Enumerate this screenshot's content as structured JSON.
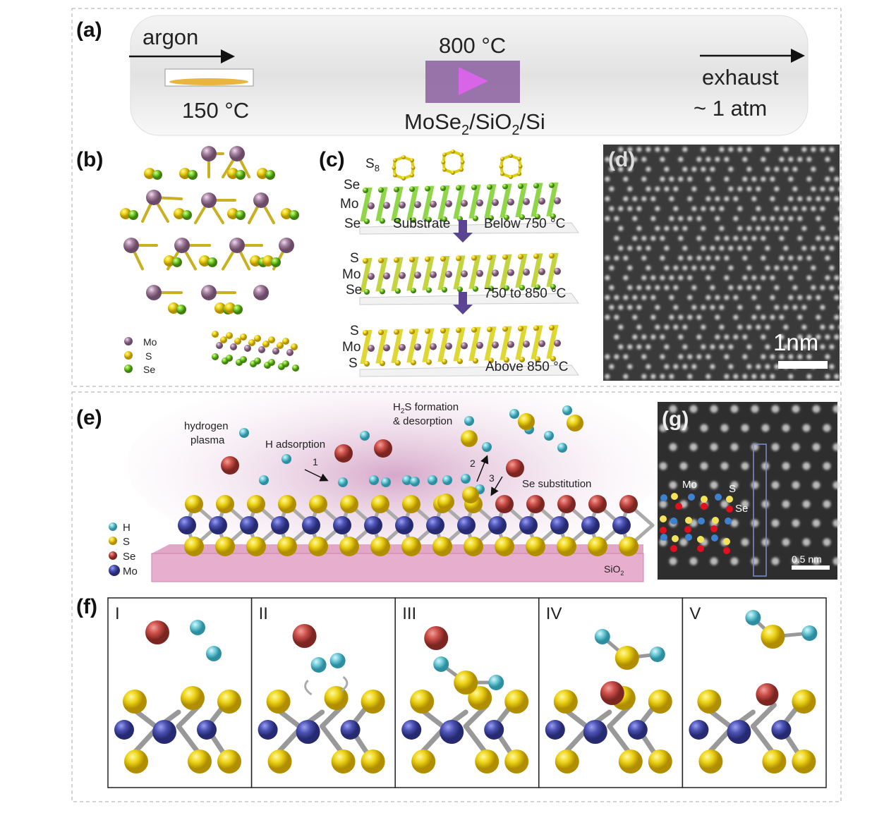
{
  "figure": {
    "panel_labels": {
      "a": "(a)",
      "b": "(b)",
      "c": "(c)",
      "d": "(d)",
      "e": "(e)",
      "f": "(f)",
      "g": "(g)"
    },
    "panel_a": {
      "gas": "argon",
      "source_temp": "150 °C",
      "furnace_temp": "800 °C",
      "substrate": [
        "MoSe",
        "2",
        "/SiO",
        "2",
        "/Si"
      ],
      "outlet": "exhaust",
      "pressure": "~ 1 atm"
    },
    "panel_b": {
      "legend": [
        "Mo",
        "S",
        "Se"
      ]
    },
    "panel_c": {
      "precursor": [
        "S",
        "8"
      ],
      "stages": [
        {
          "layers": [
            "Se",
            "Mo",
            "Se"
          ],
          "substrate": "Substrate",
          "condition": "Below 750 °C"
        },
        {
          "layers": [
            "S",
            "Mo",
            "Se"
          ],
          "condition": "750 to 850 °C"
        },
        {
          "layers": [
            "S",
            "Mo",
            "S"
          ],
          "condition": "Above 850 °C"
        }
      ]
    },
    "panel_d": {
      "scale_bar": "1nm"
    },
    "panel_e": {
      "plasma": [
        "hydrogen",
        "plasma"
      ],
      "step1": "H adsorption",
      "step2": [
        "H",
        "2",
        "S formation",
        "& desorption"
      ],
      "step3": "Se substitution",
      "step_numbers": [
        "1",
        "2",
        "3"
      ],
      "substrate": [
        "SiO",
        "2"
      ],
      "legend": [
        "H",
        "S",
        "Se",
        "Mo"
      ]
    },
    "panel_g": {
      "labels": [
        "Mo",
        "S",
        "Se"
      ],
      "scale_bar": "0.5 nm"
    },
    "panel_f": {
      "steps": [
        "I",
        "II",
        "III",
        "IV",
        "V"
      ]
    },
    "colors": {
      "Mo_b": "#a4809e",
      "S": "#e8de1a",
      "Se_b": "#7ccf2a",
      "H": "#6fcbd8",
      "Se_e": "#c9504a",
      "Mo_e": "#4a4fa8",
      "substrate": "#e5a8c8"
    }
  }
}
